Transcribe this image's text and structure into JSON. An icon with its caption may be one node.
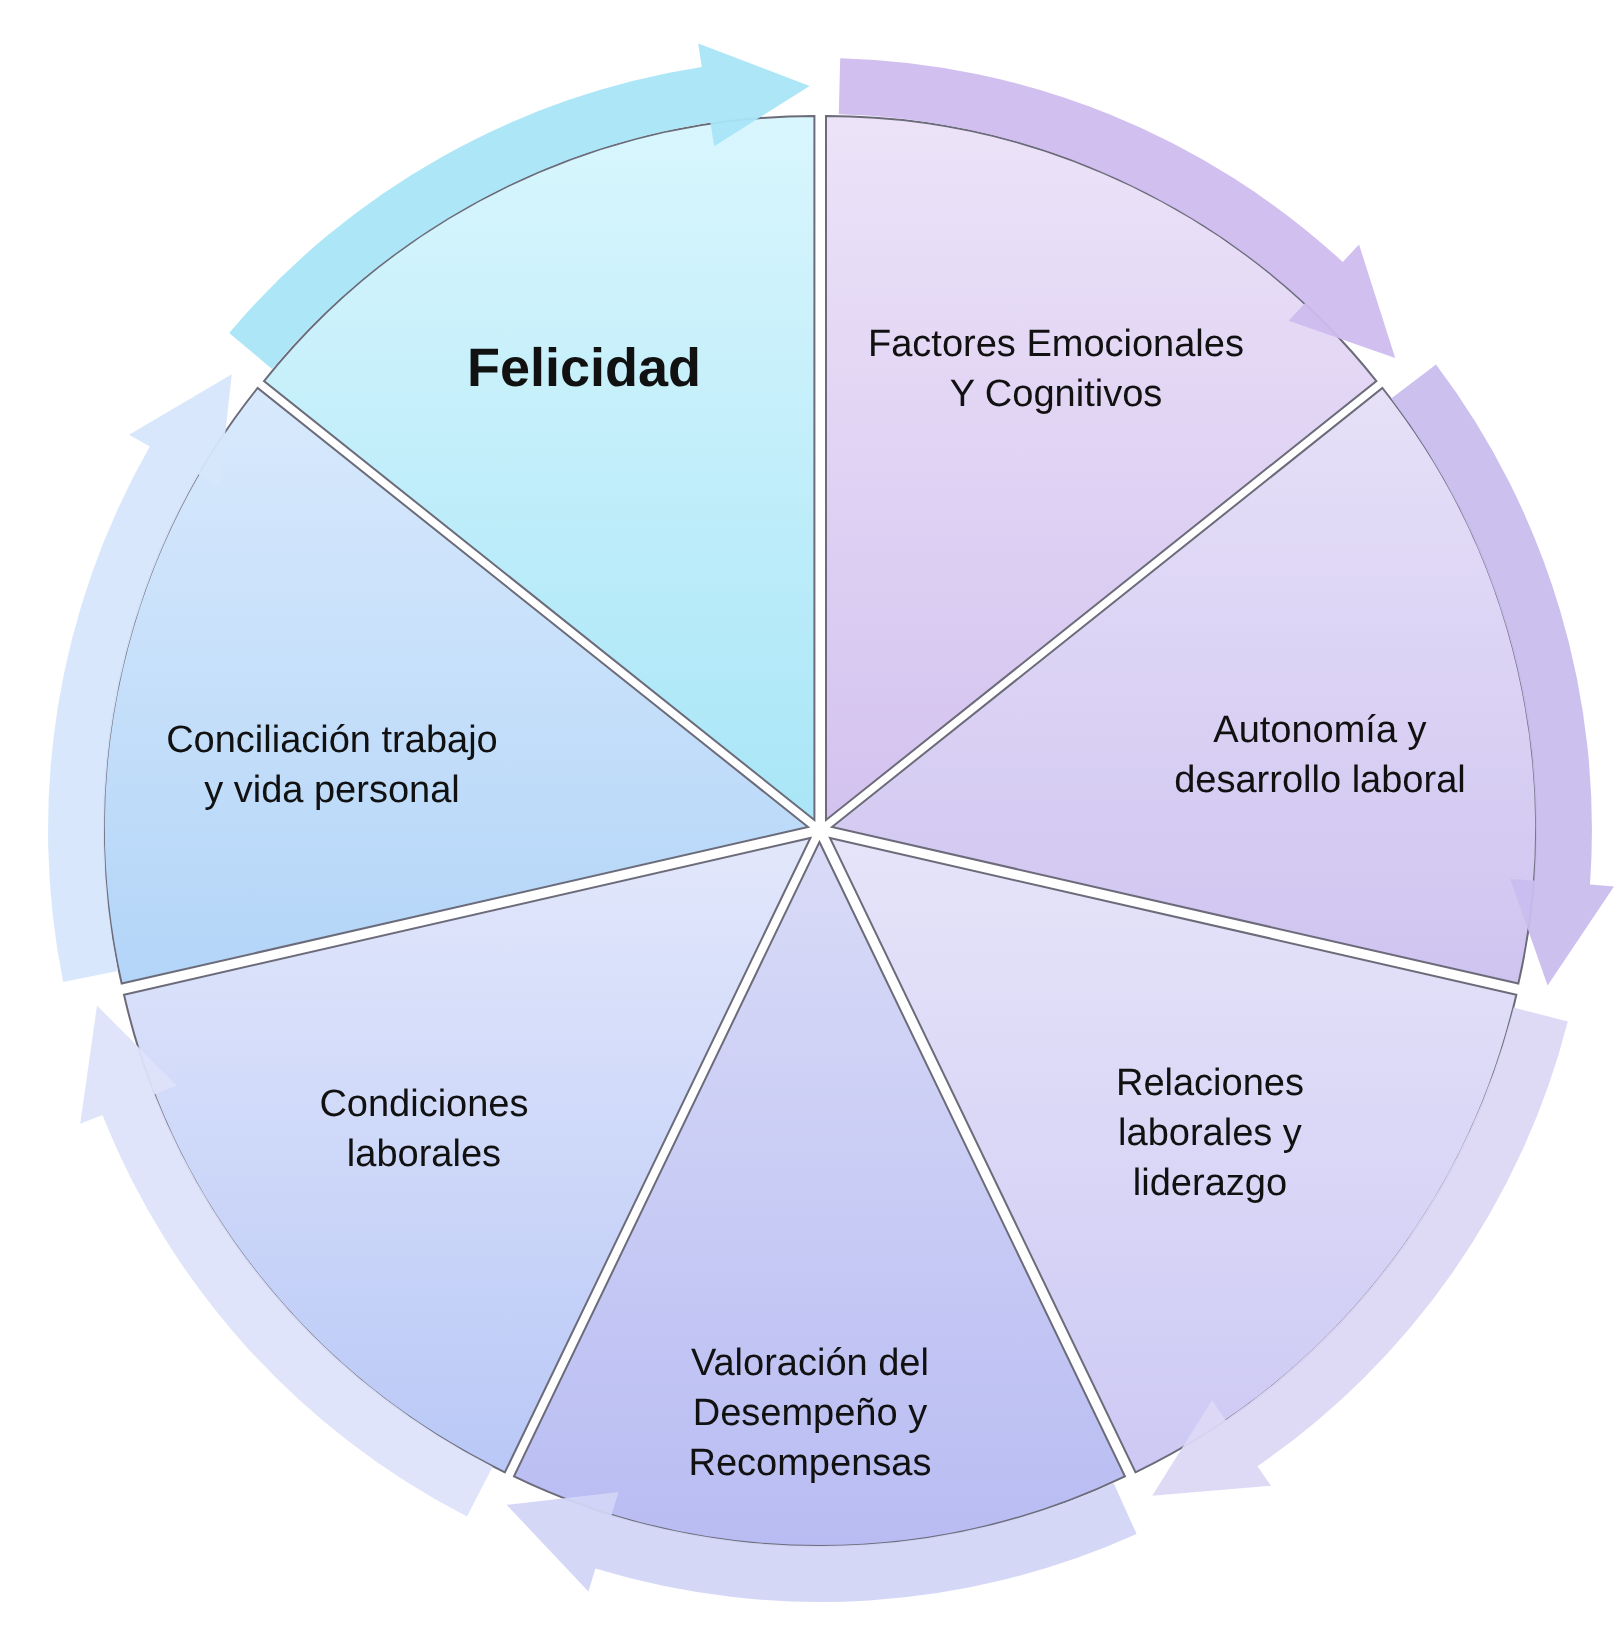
{
  "diagram": {
    "nodes": [
      {
        "text": [
          "Felicidad"
        ]
      },
      {
        "text": [
          "Factores Emocionales Y Cognitivos"
        ]
      },
      {
        "text": [
          "Autonomía y desarrollo laboral"
        ]
      },
      {
        "text": [
          "Relaciones laborales y liderazgo"
        ]
      },
      {
        "text": [
          "Valoración del Desempeño y Recompensas"
        ]
      },
      {
        "text": [
          "Condiciones laborales"
        ]
      },
      {
        "text": [
          "Conciliación trabajo y vida personal"
        ]
      }
    ],
    "edges": [
      {
        "from": 6,
        "to": 0,
        "arrow": "to"
      },
      {
        "from": 0,
        "to": 1,
        "arrow": "to"
      },
      {
        "from": 1,
        "to": 2,
        "arrow": "to"
      },
      {
        "from": 2,
        "to": 3,
        "arrow": "to"
      },
      {
        "from": 3,
        "to": 4,
        "arrow": "to"
      },
      {
        "from": 4,
        "to": 5,
        "arrow": "to"
      },
      {
        "from": 5,
        "to": 6,
        "arrow": "to"
      }
    ]
  }
}
